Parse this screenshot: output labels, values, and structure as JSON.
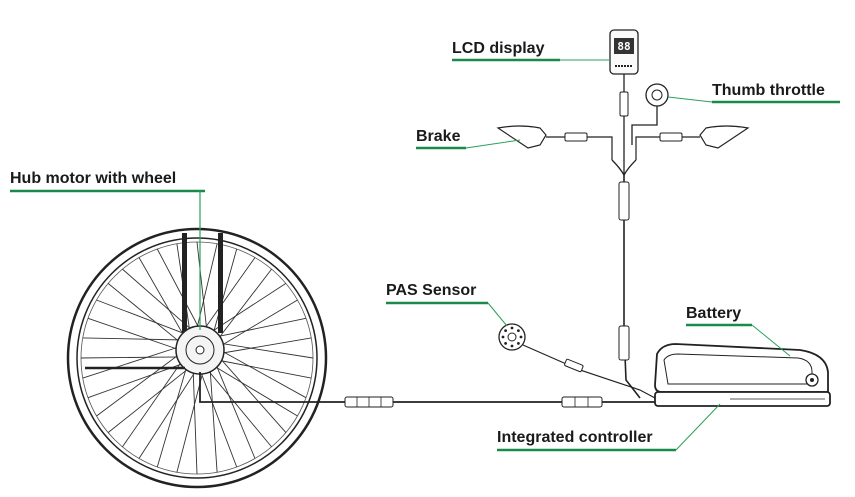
{
  "diagram": {
    "labels": {
      "lcd_display": "LCD display",
      "thumb_throttle": "Thumb throttle",
      "brake": "Brake",
      "hub_motor": "Hub motor with wheel",
      "pas_sensor": "PAS Sensor",
      "battery": "Battery",
      "controller": "Integrated controller"
    },
    "lcd_readout": "88",
    "colors": {
      "accent": "#1a8a4a",
      "line": "#222222",
      "leader": "#2aa05a"
    }
  }
}
